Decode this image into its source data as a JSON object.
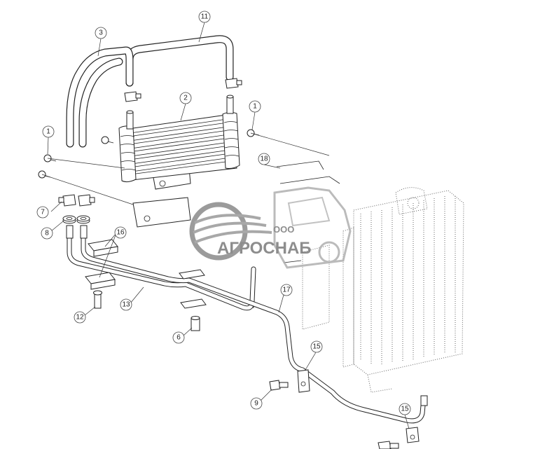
{
  "callouts": {
    "c1a": "1",
    "c1b": "1",
    "c2": "2",
    "c3": "3",
    "c6": "6",
    "c7": "7",
    "c8": "8",
    "c9": "9",
    "c11": "11",
    "c12": "12",
    "c13": "13",
    "c15a": "15",
    "c15b": "15",
    "c16": "16",
    "c17": "17",
    "c18": "18"
  },
  "watermark": {
    "prefix": "ООО",
    "name": "АГРОСНАБ"
  },
  "colors": {
    "line": "#222222",
    "watermark": "#7a7a7a",
    "background": "#ffffff"
  }
}
